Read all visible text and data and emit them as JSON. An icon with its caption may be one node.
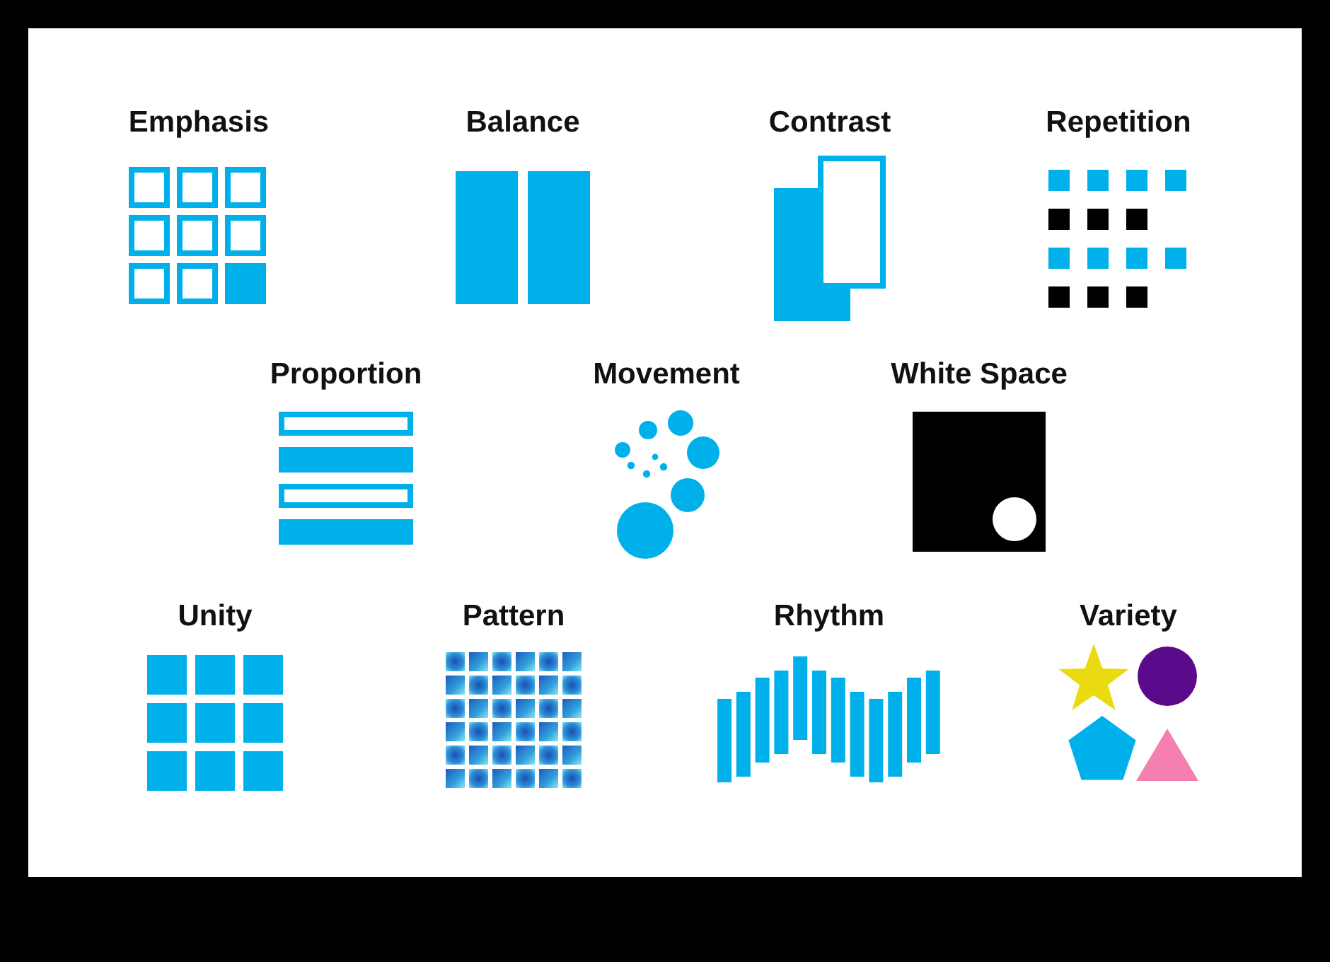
{
  "diagram": {
    "nodes": [
      {
        "text": [
          "Emphasis"
        ]
      },
      {
        "text": [
          "Balance"
        ]
      },
      {
        "text": [
          "Contrast"
        ]
      },
      {
        "text": [
          "Repetition"
        ]
      },
      {
        "text": [
          "Proportion"
        ]
      },
      {
        "text": [
          "Movement"
        ]
      },
      {
        "text": [
          "White Space"
        ]
      },
      {
        "text": [
          "Unity"
        ]
      },
      {
        "text": [
          "Pattern"
        ]
      },
      {
        "text": [
          "Rhythm"
        ]
      },
      {
        "text": [
          "Variety"
        ]
      }
    ]
  }
}
